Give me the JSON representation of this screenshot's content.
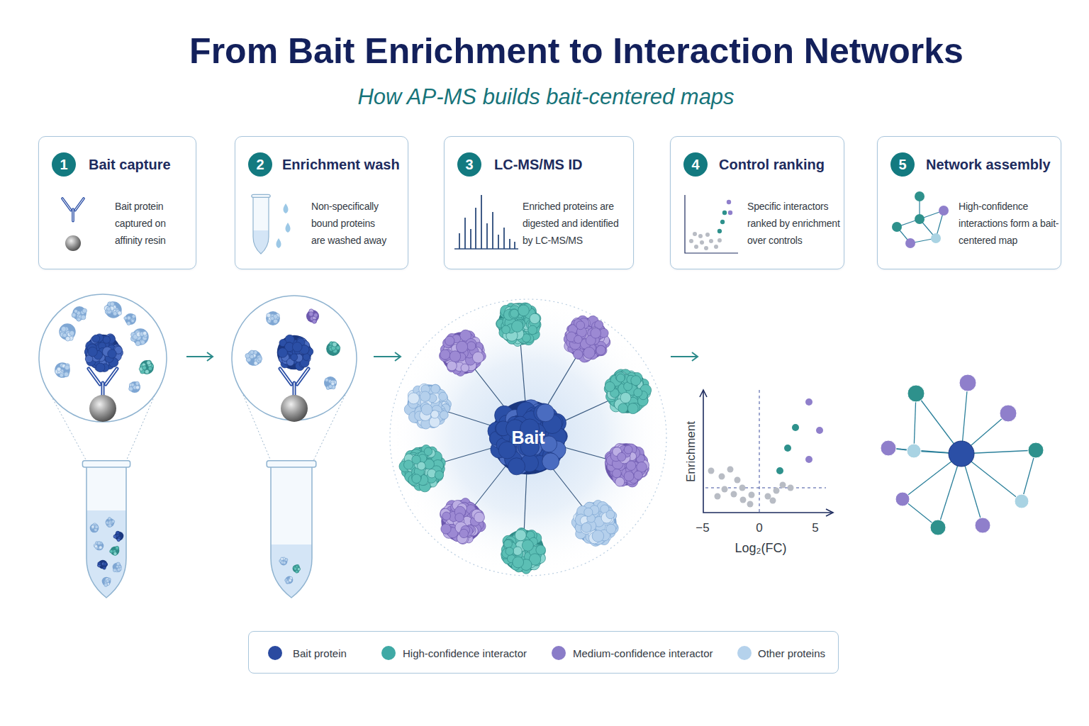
{
  "diagram": {
    "title": "From Bait Enrichment to Interaction Networks",
    "nodes": [
      {
        "text": [
          "1",
          "Bait capture",
          "Bait protein captured on affinity resin"
        ]
      },
      {
        "text": [
          "2",
          "Enrichment wash",
          "Non-specifically bound proteins are washed away"
        ]
      },
      {
        "text": [
          "3",
          "LC-MS/MS ID",
          "Enriched proteins are digested and identified by LC-MS/MS"
        ]
      },
      {
        "text": [
          "4",
          "Control ranking",
          "Specific interactors ranked by enrichment over controls"
        ]
      },
      {
        "text": [
          "5",
          "Network assembly",
          "High-confidence interactions form a bait-centered map"
        ]
      },
      {
        "text": [
          "Bait"
        ]
      }
    ],
    "labels": [
      "How AP-MS builds bait-centered maps",
      "Enrichment",
      "−5",
      "0",
      "5",
      "Log₂(FC)"
    ],
    "legend": [
      {
        "text": "Bait protein",
        "color": "#2a4aa0"
      },
      {
        "text": "High-confidence interactor",
        "color": "#3fa9a5"
      },
      {
        "text": "Medium-confidence interactor",
        "color": "#8a7cc8"
      },
      {
        "text": "Other proteins",
        "color": "#b5d2ec"
      }
    ]
  }
}
